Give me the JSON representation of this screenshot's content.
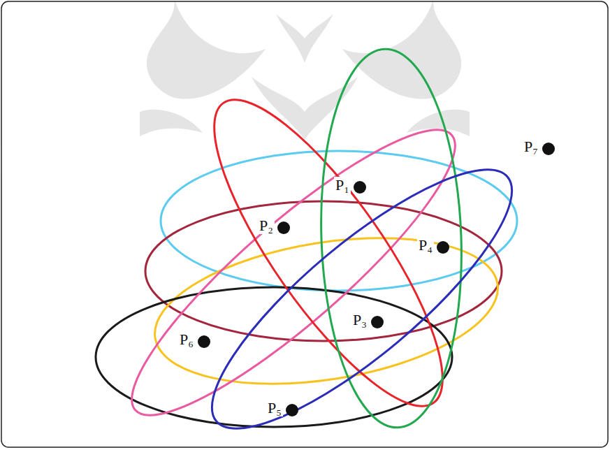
{
  "diagram": {
    "labels": [
      "P₁",
      "P₂",
      "P₃",
      "P₄",
      "P₅",
      "P₆",
      "P₇"
    ]
  }
}
